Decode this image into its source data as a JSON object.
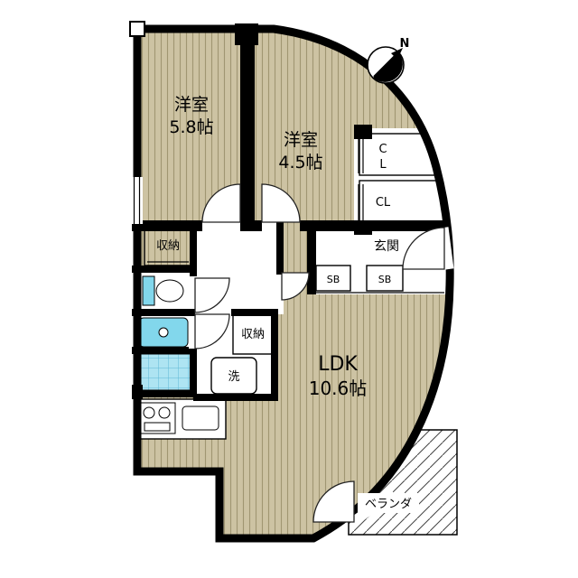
{
  "plan": {
    "rooms": {
      "bedroom1": {
        "name": "洋室",
        "size": "5.8帖"
      },
      "bedroom2": {
        "name": "洋室",
        "size": "4.5帖"
      },
      "ldk": {
        "name": "LDK",
        "size": "10.6帖"
      }
    },
    "labels": {
      "storage1": "収納",
      "storage2": "収納",
      "closet1_line1": "C",
      "closet1_line2": "L",
      "closet2": "CL",
      "entrance": "玄関",
      "shoebox1": "SB",
      "shoebox2": "SB",
      "laundry": "洗",
      "veranda": "ベランダ",
      "compass_north": "N"
    },
    "colors": {
      "floor_fill": "#cdc3a3",
      "floor_stripe": "#a09672",
      "accent_pink": "#f5bcbc",
      "accent_cyan": "#82d7ec",
      "bath_tile_fill": "#aee4f2",
      "wall": "#000000"
    }
  }
}
